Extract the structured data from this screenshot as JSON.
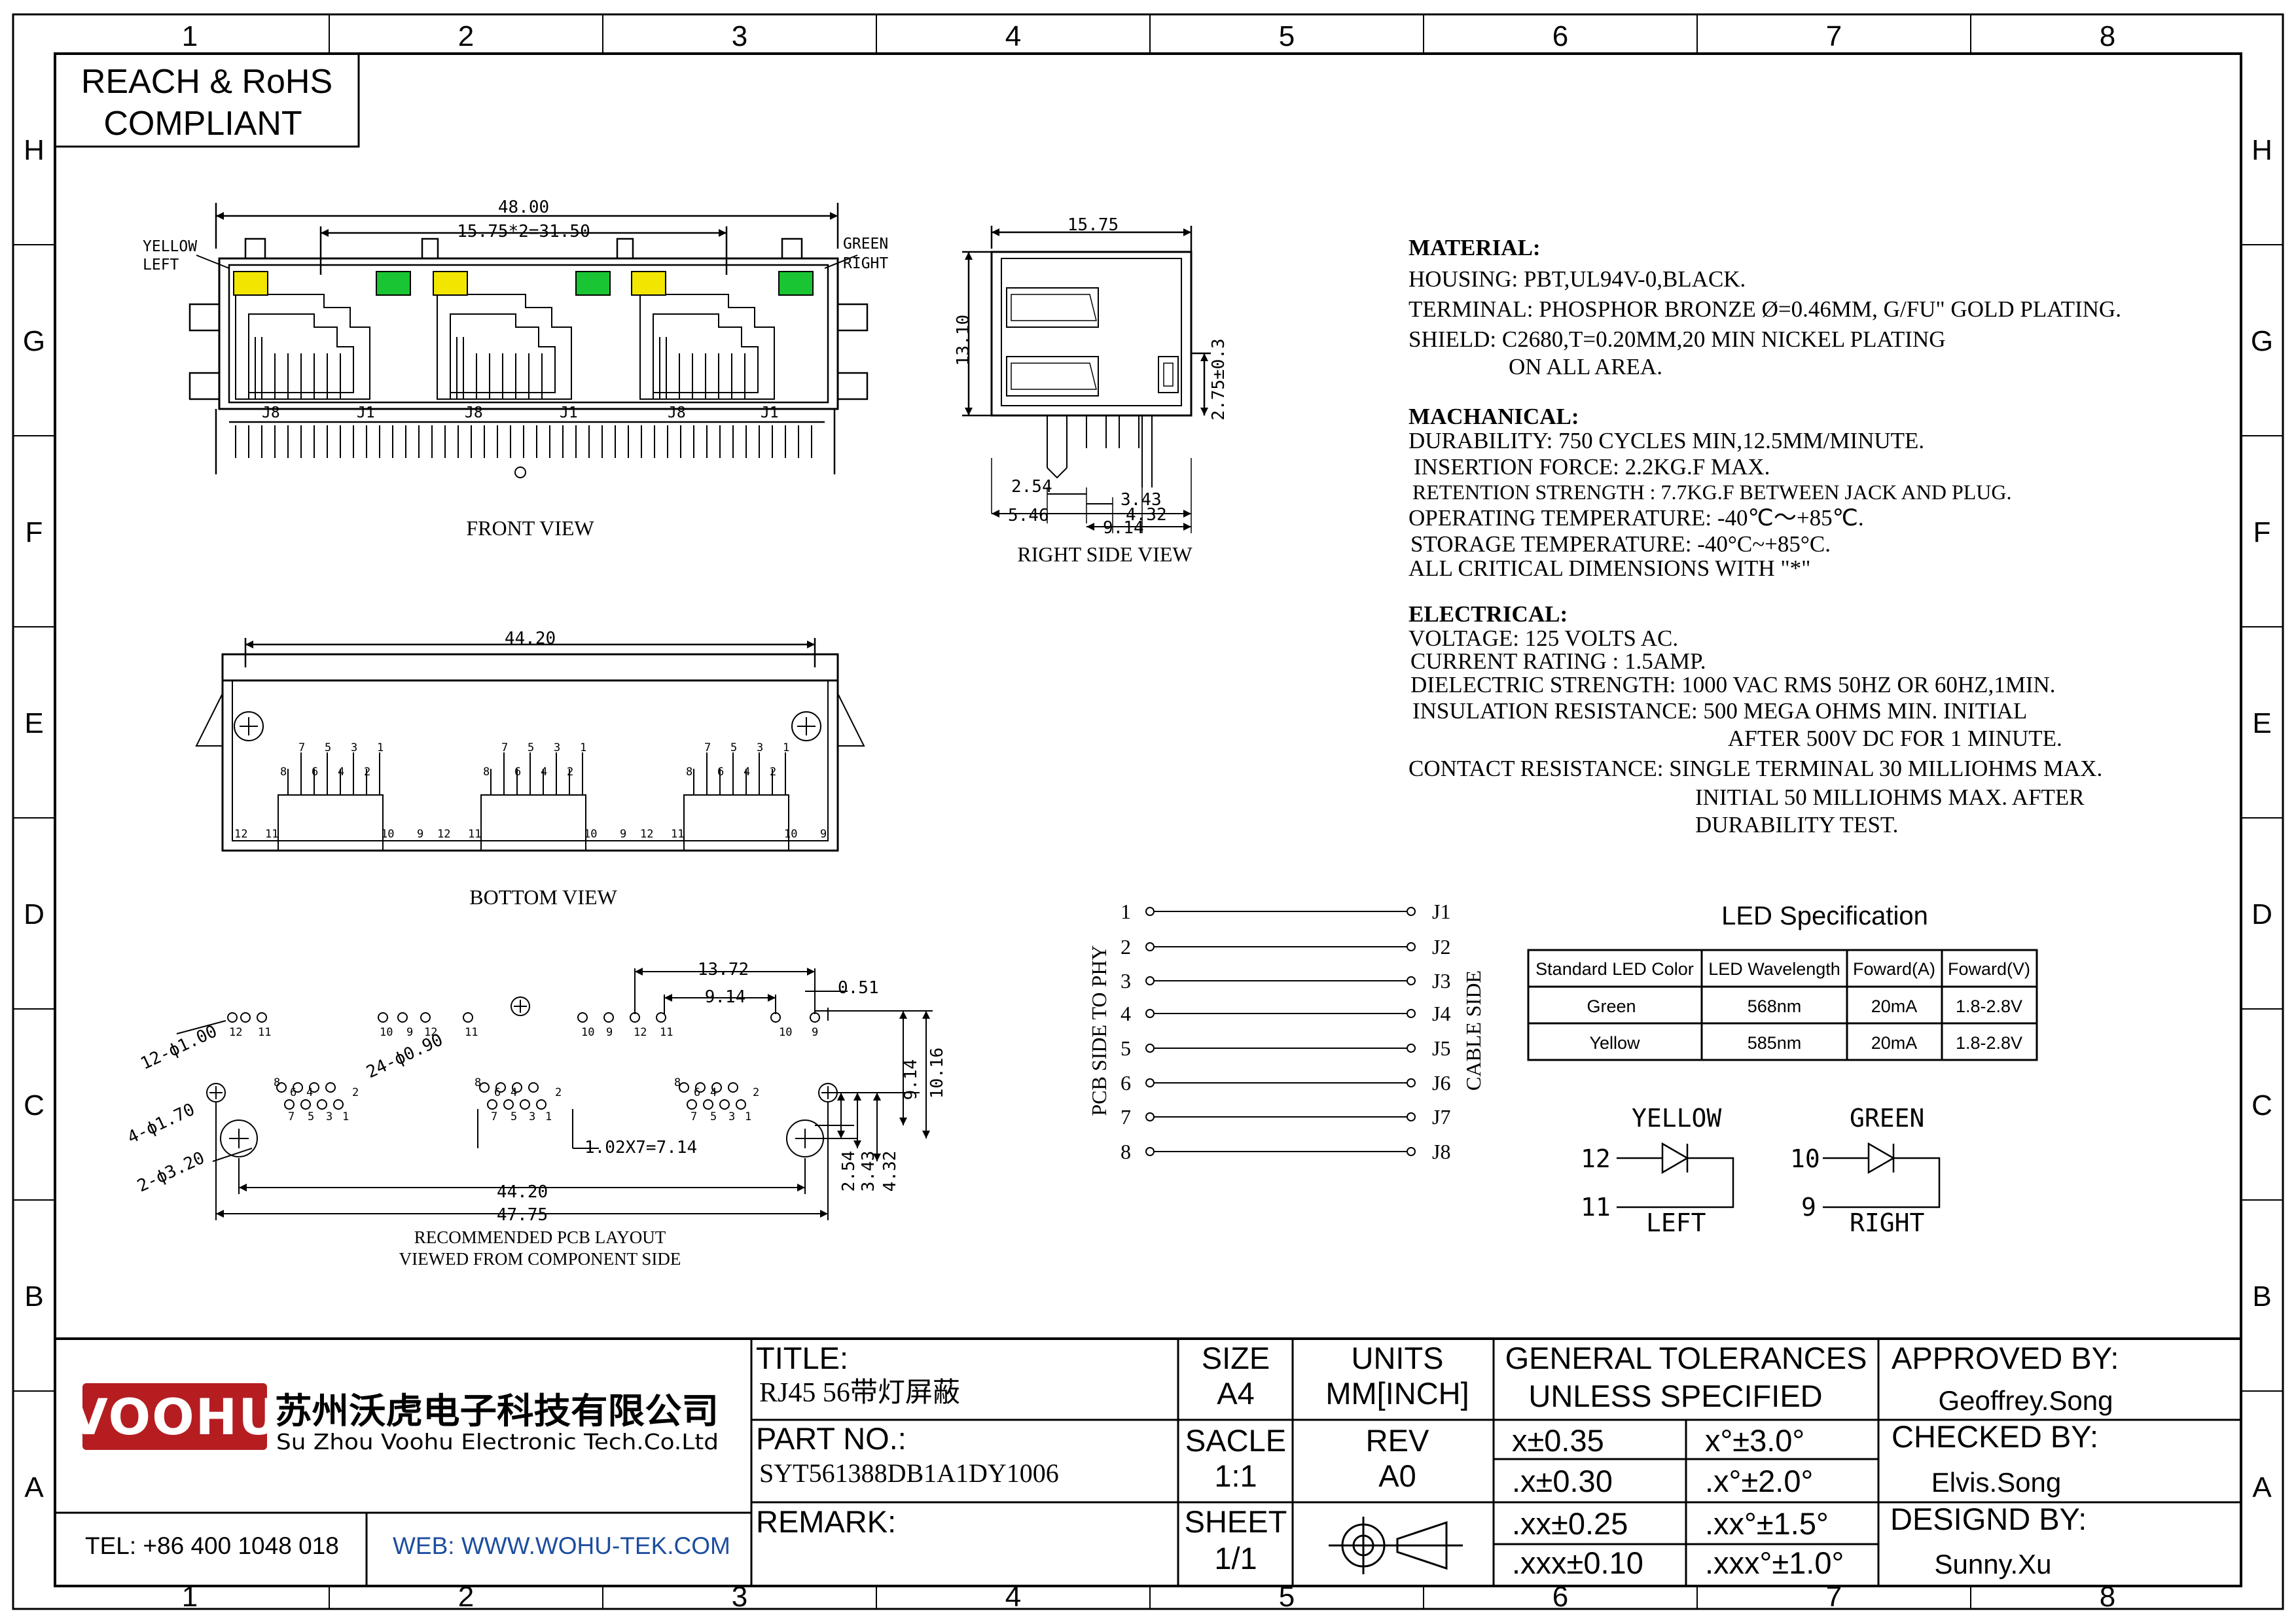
{
  "border": {
    "columns": [
      "1",
      "2",
      "3",
      "4",
      "5",
      "6",
      "7",
      "8"
    ],
    "rows": [
      "H",
      "G",
      "F",
      "E",
      "D",
      "C",
      "B",
      "A"
    ]
  },
  "compliance": {
    "line1": "REACH & RoHS",
    "line2": "COMPLIANT"
  },
  "front_view": {
    "title": "FRONT VIEW",
    "dim_overall": "48.00",
    "dim_pitch": "15.75*2=31.50",
    "led_left_label": [
      "YELLOW",
      "LEFT"
    ],
    "led_right_label": [
      "GREEN",
      "RIGHT"
    ],
    "pin_labels": [
      "J8",
      "J1",
      "J8",
      "J1",
      "J8",
      "J1"
    ],
    "led_colors": {
      "yellow": "#f2e600",
      "green": "#19c532"
    }
  },
  "side_view": {
    "title": "RIGHT SIDE VIEW",
    "dims": [
      "15.75",
      "13.10",
      "2.75±0.3",
      "2.54",
      "5.46",
      "3.43",
      "4.32",
      "9.14"
    ]
  },
  "bottom_view": {
    "title": "BOTTOM VIEW",
    "dim_width": "44.20",
    "upper_pins": [
      "7",
      "5",
      "3",
      "1",
      "8",
      "6",
      "4",
      "2"
    ],
    "lower_pins": [
      "12",
      "11",
      "10",
      "9"
    ]
  },
  "pcb_layout": {
    "title_line1": "RECOMMENDED PCB LAYOUT",
    "title_line2": "VIEWED FROM COMPONENT SIDE",
    "dims": [
      "13.72",
      "0.51",
      "9.14",
      "9.14",
      "10.16",
      "1.02X7=7.14",
      "44.20",
      "47.75",
      "2.54",
      "3.43",
      "4.32"
    ],
    "hole_notes": [
      "12-ϕ1.00",
      "24-ϕ0.90",
      "4-ϕ1.70",
      "2-ϕ3.20"
    ],
    "led_pins": [
      "10",
      "9",
      "12",
      "11"
    ],
    "signal_pins": [
      "8",
      "6",
      "4",
      "2",
      "7",
      "5",
      "3",
      "1"
    ]
  },
  "specs": {
    "material_title": "MATERIAL:",
    "material": [
      "HOUSING: PBT,UL94V-0,BLACK.",
      "TERMINAL: PHOSPHOR BRONZE Ø=0.46MM, G/FU\" GOLD PLATING.",
      "SHIELD: C2680,T=0.20MM,20 MIN NICKEL PLATING",
      "ON ALL AREA."
    ],
    "mechanical_title": "MACHANICAL:",
    "mechanical": [
      "DURABILITY: 750 CYCLES MIN,12.5MM/MINUTE.",
      "INSERTION FORCE: 2.2KG.F MAX.",
      "RETENTION STRENGTH : 7.7KG.F BETWEEN JACK AND PLUG.",
      "OPERATING TEMPERATURE: -40℃～+85℃.",
      "STORAGE TEMPERATURE: -40°C~+85°C.",
      "ALL CRITICAL DIMENSIONS WITH \"*\""
    ],
    "electrical_title": "ELECTRICAL:",
    "electrical": [
      "VOLTAGE: 125 VOLTS AC.",
      "CURRENT RATING : 1.5AMP.",
      "DIELECTRIC STRENGTH: 1000 VAC RMS 50HZ OR 60HZ,1MIN.",
      "INSULATION RESISTANCE: 500 MEGA OHMS MIN. INITIAL",
      "AFTER 500V DC FOR 1 MINUTE.",
      "CONTACT RESISTANCE: SINGLE TERMINAL 30 MILLIOHMS MAX.",
      "INITIAL 50 MILLIOHMS MAX. AFTER",
      "DURABILITY TEST."
    ]
  },
  "schematic": {
    "left_numbers": [
      "1",
      "2",
      "3",
      "4",
      "5",
      "6",
      "7",
      "8"
    ],
    "right_labels": [
      "J1",
      "J2",
      "J3",
      "J4",
      "J5",
      "J6",
      "J7",
      "J8"
    ],
    "left_side": "PCB SIDE TO PHY",
    "right_side": "CABLE SIDE"
  },
  "led_spec": {
    "title": "LED Specification",
    "headers": [
      "Standard LED Color",
      "LED Wavelength",
      "Foward(A)",
      "Foward(V)"
    ],
    "rows": [
      [
        "Green",
        "568nm",
        "20mA",
        "1.8-2.8V"
      ],
      [
        "Yellow",
        "585nm",
        "20mA",
        "1.8-2.8V"
      ]
    ]
  },
  "led_diagram": {
    "yellow": {
      "title": "YELLOW",
      "pin_a": "12",
      "pin_b": "11",
      "side": "LEFT"
    },
    "green": {
      "title": "GREEN",
      "pin_a": "10",
      "pin_b": "9",
      "side": "RIGHT"
    }
  },
  "title_block": {
    "logo": "VOOHU",
    "company_cn": "苏州沃虎电子科技有限公司",
    "company_en": "Su Zhou Voohu Electronic Tech.Co.Ltd",
    "tel": "TEL: +86 400 1048 018",
    "web": "WEB: WWW.WOHU-TEK.COM",
    "title_label": "TITLE:",
    "title_value": "RJ45  56带灯屏蔽",
    "part_label": "PART NO.:",
    "part_value": "SYT561388DB1A1DY1006",
    "remark_label": "REMARK:",
    "size_label": "SIZE",
    "size_value": "A4",
    "units_label": "UNITS",
    "units_value": "MM[INCH]",
    "scale_label": "SACLE",
    "scale_value": "1:1",
    "rev_label": "REV",
    "rev_value": "A0",
    "sheet_label": "SHEET",
    "sheet_value": "1/1",
    "tol_title1": "GENERAL TOLERANCES",
    "tol_title2": "UNLESS SPECIFIED",
    "tolerances": [
      [
        "x±0.35",
        "x°±3.0°"
      ],
      [
        ".x±0.30",
        ".x°±2.0°"
      ],
      [
        ".xx±0.25",
        ".xx°±1.5°"
      ],
      [
        ".xxx±0.10",
        ".xxx°±1.0°"
      ]
    ],
    "approved_label": "APPROVED BY:",
    "approved_value": "Geoffrey.Song",
    "checked_label": "CHECKED BY:",
    "checked_value": "Elvis.Song",
    "designed_label": "DESIGND BY:",
    "designed_value": "Sunny.Xu",
    "brand_color": "#b51d21",
    "web_color": "#1d4e9e"
  }
}
